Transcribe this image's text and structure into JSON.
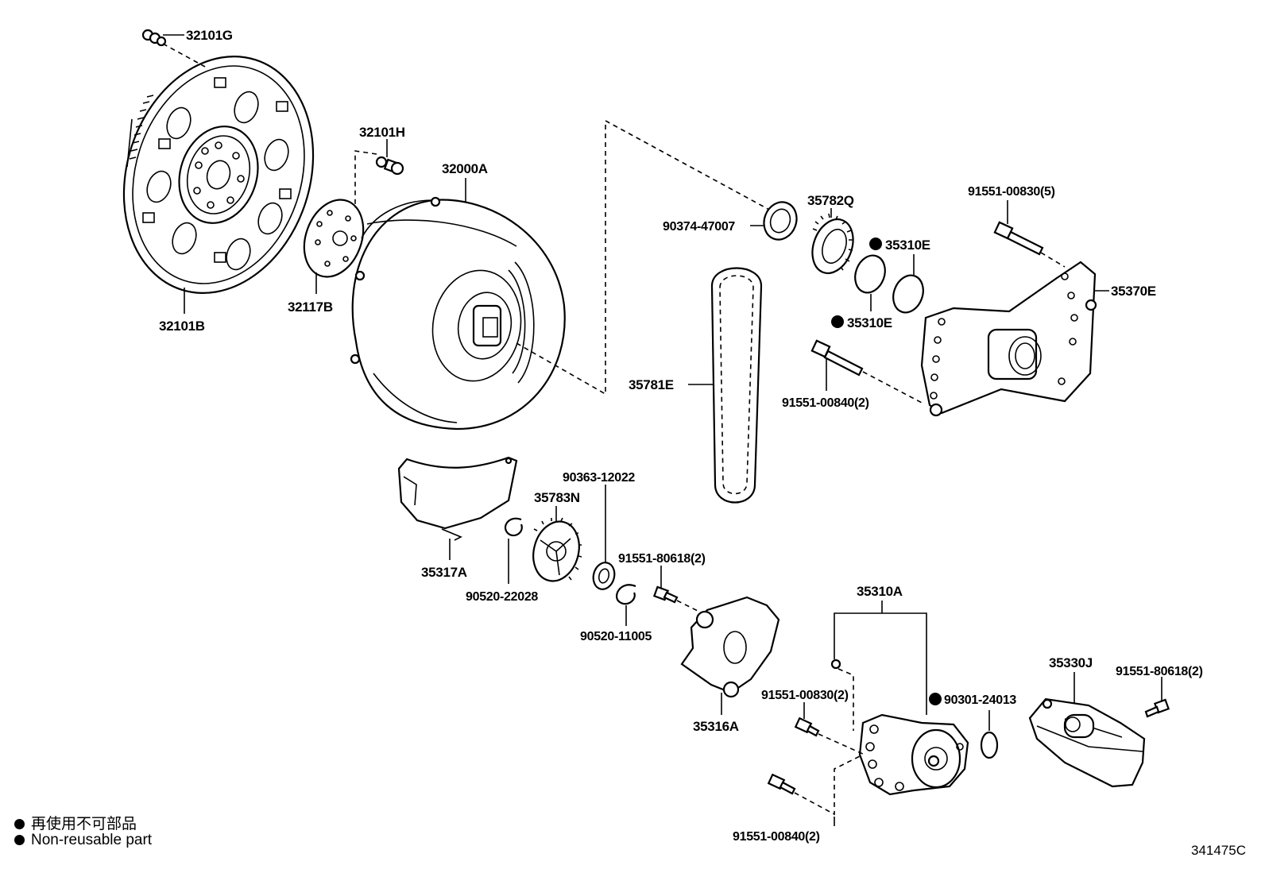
{
  "labels": {
    "p32101G": "32101G",
    "p32101H": "32101H",
    "p32000A": "32000A",
    "p32101B": "32101B",
    "p32117B": "32117B",
    "p90374": "90374-47007",
    "p35782Q": "35782Q",
    "p91551_00830_5": "91551-00830(5)",
    "p35310E_a": "35310E",
    "p35370E": "35370E",
    "p35310E_b": "35310E",
    "p35781E": "35781E",
    "p91551_00840_2_a": "91551-00840(2)",
    "p90363": "90363-12022",
    "p35783N": "35783N",
    "p35317A": "35317A",
    "p91551_80618_2_a": "91551-80618(2)",
    "p90520_22028": "90520-22028",
    "p90520_11005": "90520-11005",
    "p35310A": "35310A",
    "p35316A": "35316A",
    "p35330J": "35330J",
    "p91551_80618_2_b": "91551-80618(2)",
    "p91551_00830_2": "91551-00830(2)",
    "p90301": "90301-24013",
    "p91551_00840_2_b": "91551-00840(2)"
  },
  "legend": {
    "line1": "再使用不可部品",
    "line2": "Non-reusable part"
  },
  "diagram_code": "341475C",
  "non_reusable_marker": "filled-circle-icon"
}
